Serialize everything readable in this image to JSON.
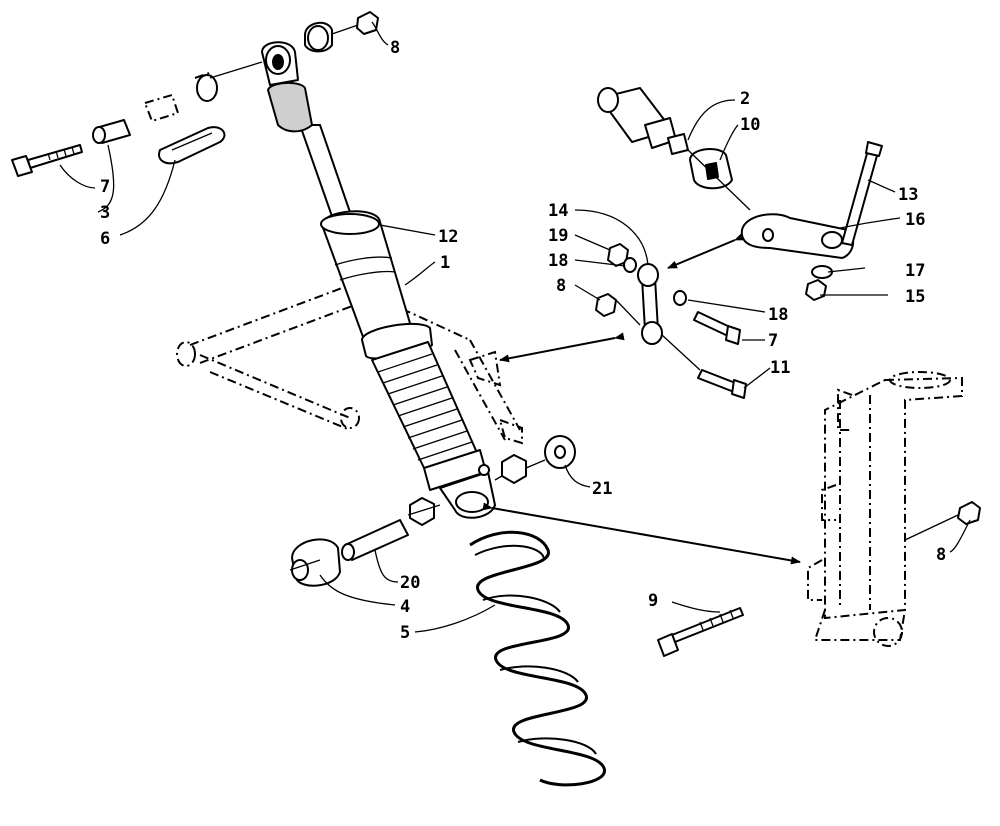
{
  "diagram": {
    "callouts": [
      {
        "id": "c-8-top",
        "text": "8"
      },
      {
        "id": "c-2",
        "text": "2"
      },
      {
        "id": "c-10",
        "text": "10"
      },
      {
        "id": "c-7-left",
        "text": "7"
      },
      {
        "id": "c-3",
        "text": "3"
      },
      {
        "id": "c-6",
        "text": "6"
      },
      {
        "id": "c-13",
        "text": "13"
      },
      {
        "id": "c-16",
        "text": "16"
      },
      {
        "id": "c-14",
        "text": "14"
      },
      {
        "id": "c-19",
        "text": "19"
      },
      {
        "id": "c-18-left",
        "text": "18"
      },
      {
        "id": "c-8-mid",
        "text": "8"
      },
      {
        "id": "c-12",
        "text": "12"
      },
      {
        "id": "c-1",
        "text": "1"
      },
      {
        "id": "c-17",
        "text": "17"
      },
      {
        "id": "c-15",
        "text": "15"
      },
      {
        "id": "c-18-right",
        "text": "18"
      },
      {
        "id": "c-7-right",
        "text": "7"
      },
      {
        "id": "c-11",
        "text": "11"
      },
      {
        "id": "c-21",
        "text": "21"
      },
      {
        "id": "c-8-right",
        "text": "8"
      },
      {
        "id": "c-20",
        "text": "20"
      },
      {
        "id": "c-9",
        "text": "9"
      },
      {
        "id": "c-4",
        "text": "4"
      },
      {
        "id": "c-5",
        "text": "5"
      }
    ]
  }
}
